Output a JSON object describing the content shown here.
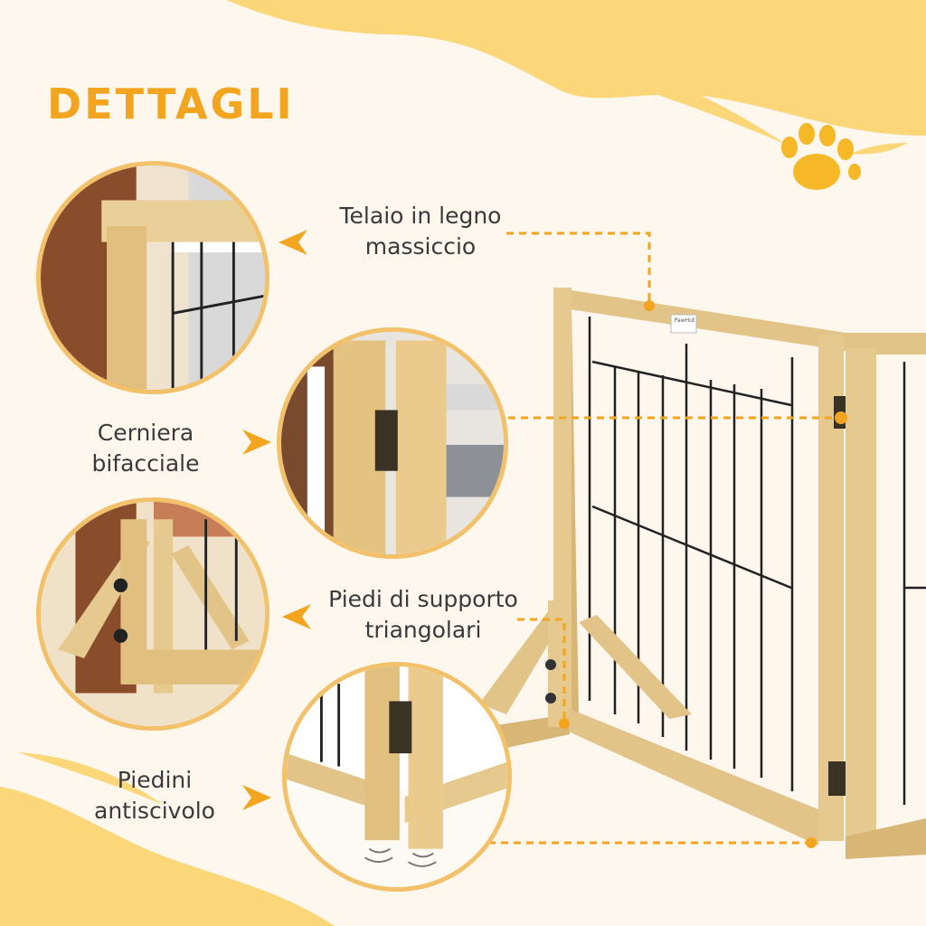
{
  "title": "DETTAGLI",
  "features": [
    {
      "line1": "Telaio in legno",
      "line2": "massiccio",
      "icon": "wood-frame-detail"
    },
    {
      "line1": "Cerniera",
      "line2": "bifacciale",
      "icon": "hinge-detail"
    },
    {
      "line1": "Piedi di supporto",
      "line2": "triangolari",
      "icon": "triangle-foot-detail"
    },
    {
      "line1": "Piedini",
      "line2": "antiscivolo",
      "icon": "antislip-foot-detail"
    }
  ],
  "brand_tag": "PawHut",
  "colors": {
    "accent": "#f3a51f",
    "blob": "#fcd77a",
    "wood": "#e6c98e",
    "text": "#3a3a3a"
  }
}
